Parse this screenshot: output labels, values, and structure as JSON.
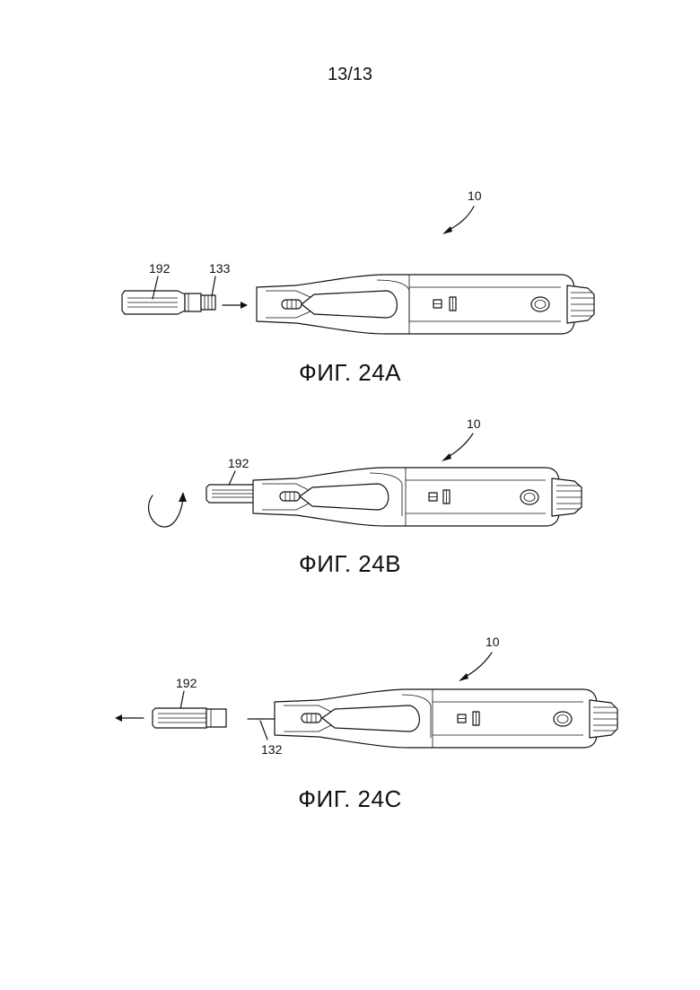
{
  "page": {
    "number": "13/13"
  },
  "figures": [
    {
      "caption": "ФИГ. 24A",
      "labels": {
        "device": "10",
        "cap": "192",
        "thread": "133"
      }
    },
    {
      "caption": "ФИГ. 24B",
      "labels": {
        "device": "10",
        "cap": "192"
      }
    },
    {
      "caption": "ФИГ. 24C",
      "labels": {
        "device": "10",
        "cap": "192",
        "needle": "132"
      }
    }
  ]
}
